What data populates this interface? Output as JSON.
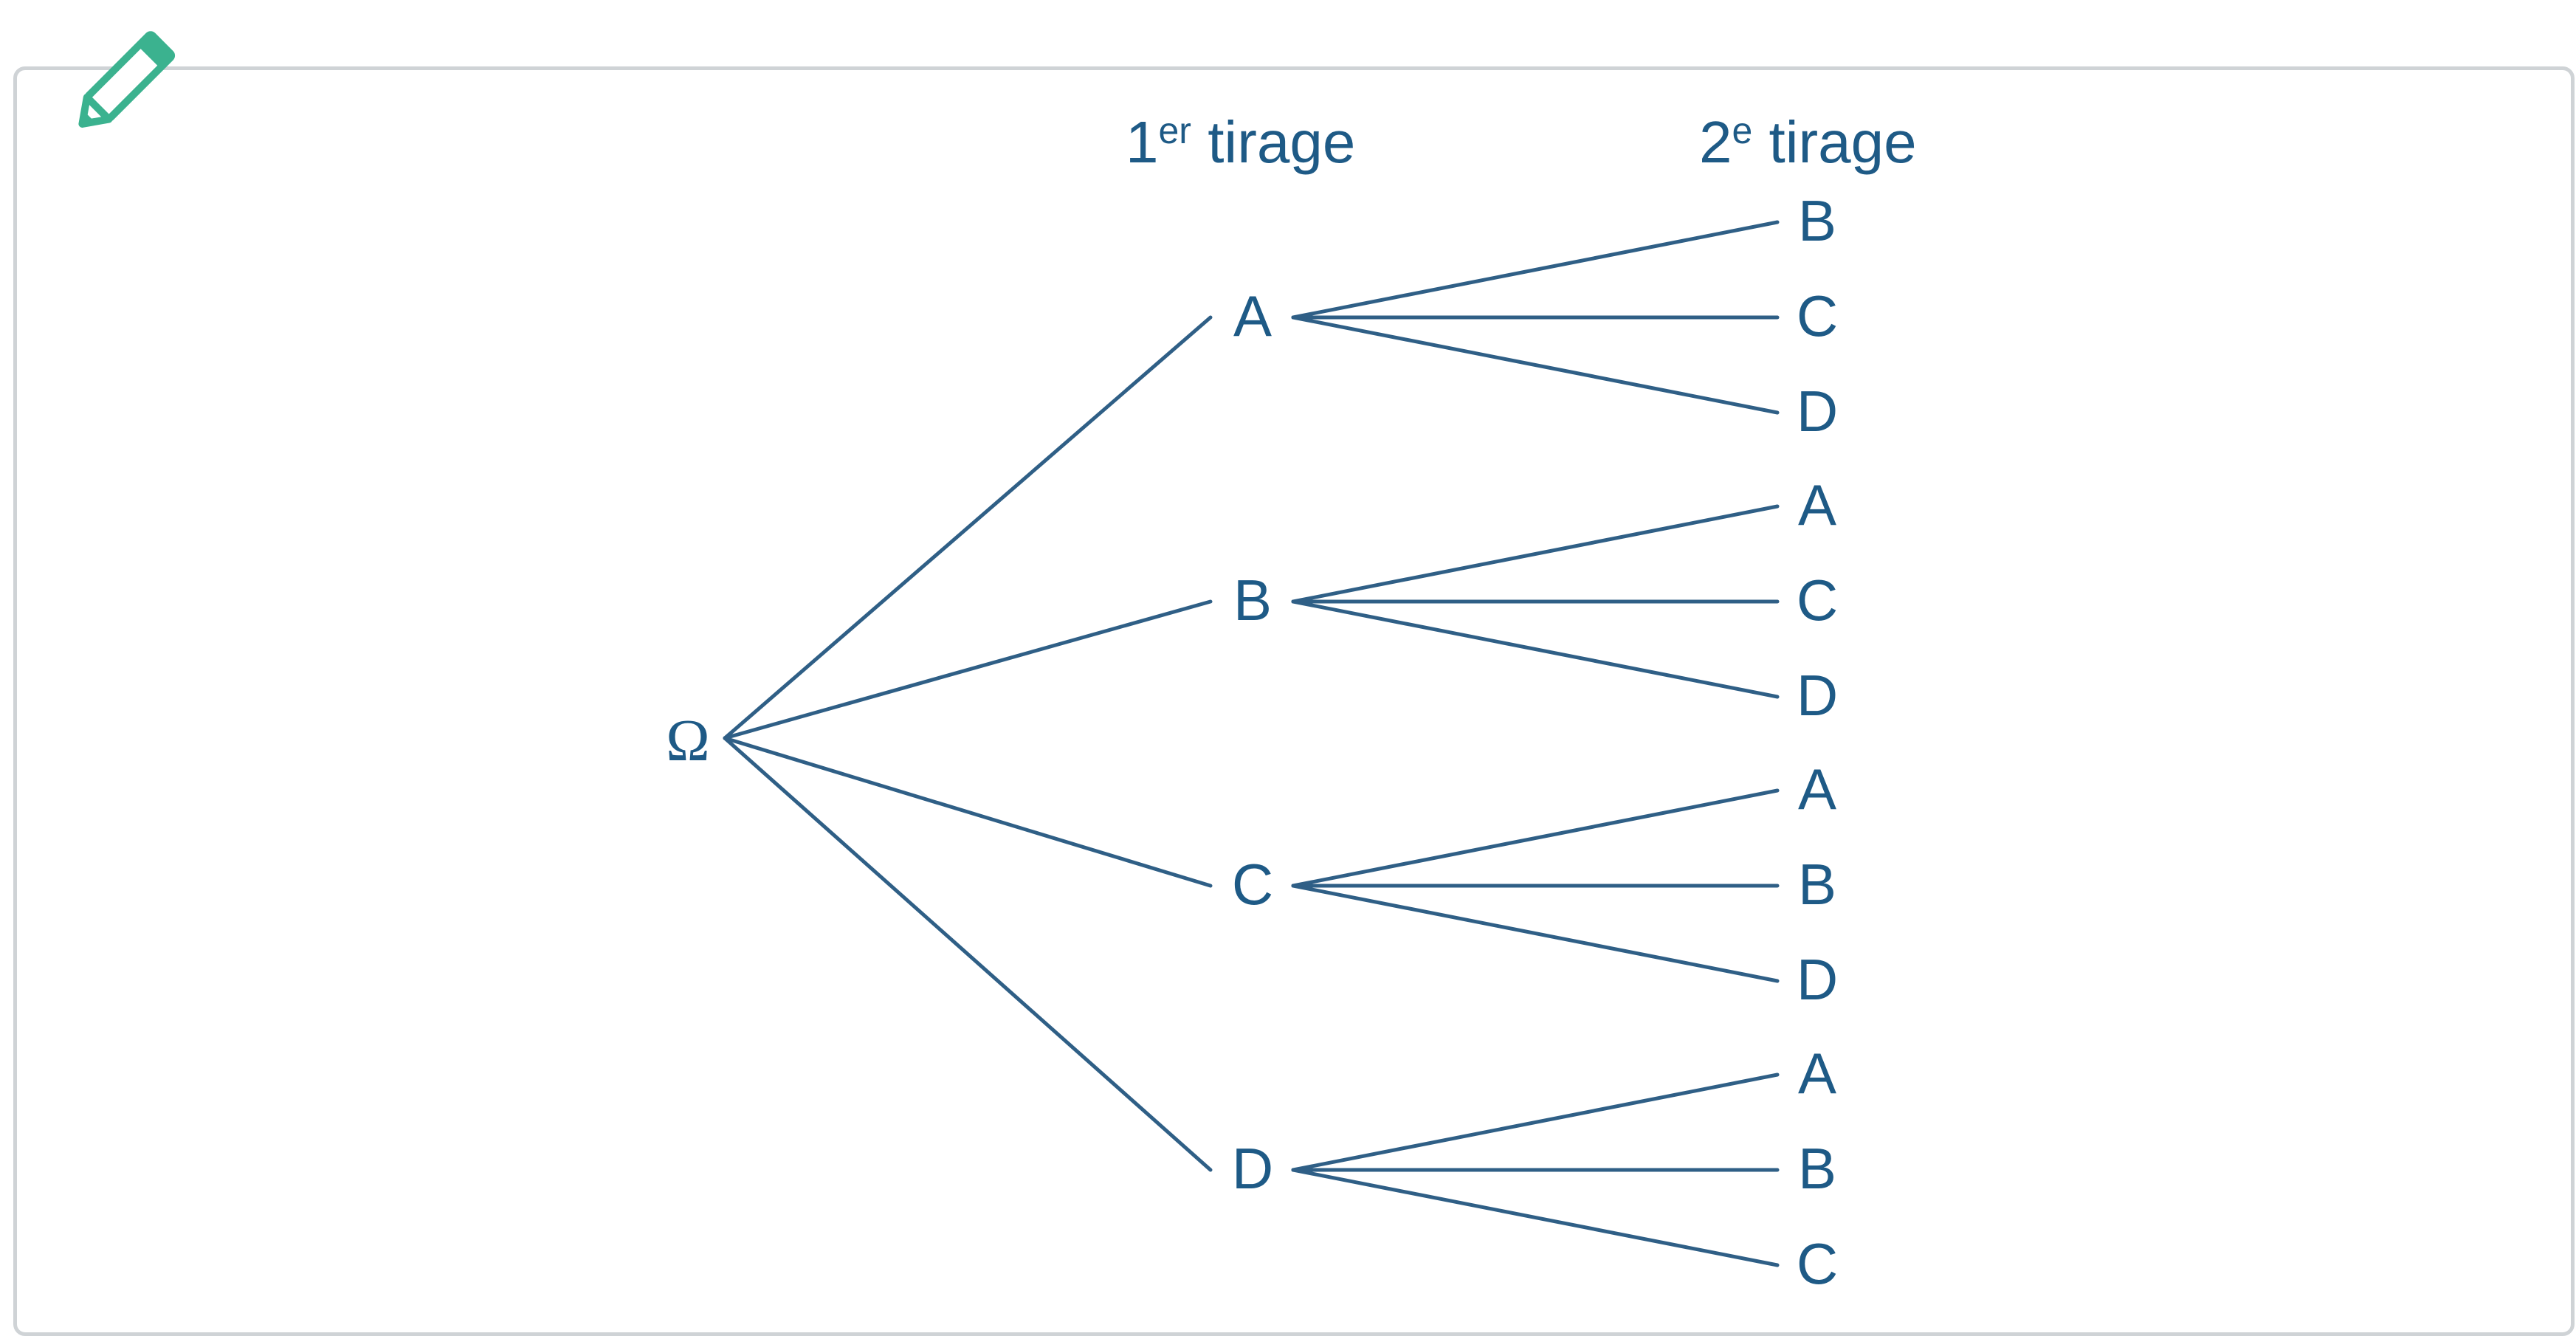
{
  "tree": {
    "root": "Ω",
    "headings": [
      {
        "base": "1",
        "sup": "er",
        "rest": " tirage"
      },
      {
        "base": "2",
        "sup": "e",
        "rest": " tirage"
      }
    ],
    "level1": [
      "A",
      "B",
      "C",
      "D"
    ],
    "level2": [
      [
        "B",
        "C",
        "D"
      ],
      [
        "A",
        "C",
        "D"
      ],
      [
        "A",
        "B",
        "D"
      ],
      [
        "A",
        "B",
        "C"
      ]
    ]
  },
  "colors": {
    "ink": "#1e5a86",
    "edge": "#2f5f86",
    "pencil": "#3bb28f",
    "border": "#cfd3d6"
  },
  "icons": {
    "pencil": "pencil-icon"
  }
}
